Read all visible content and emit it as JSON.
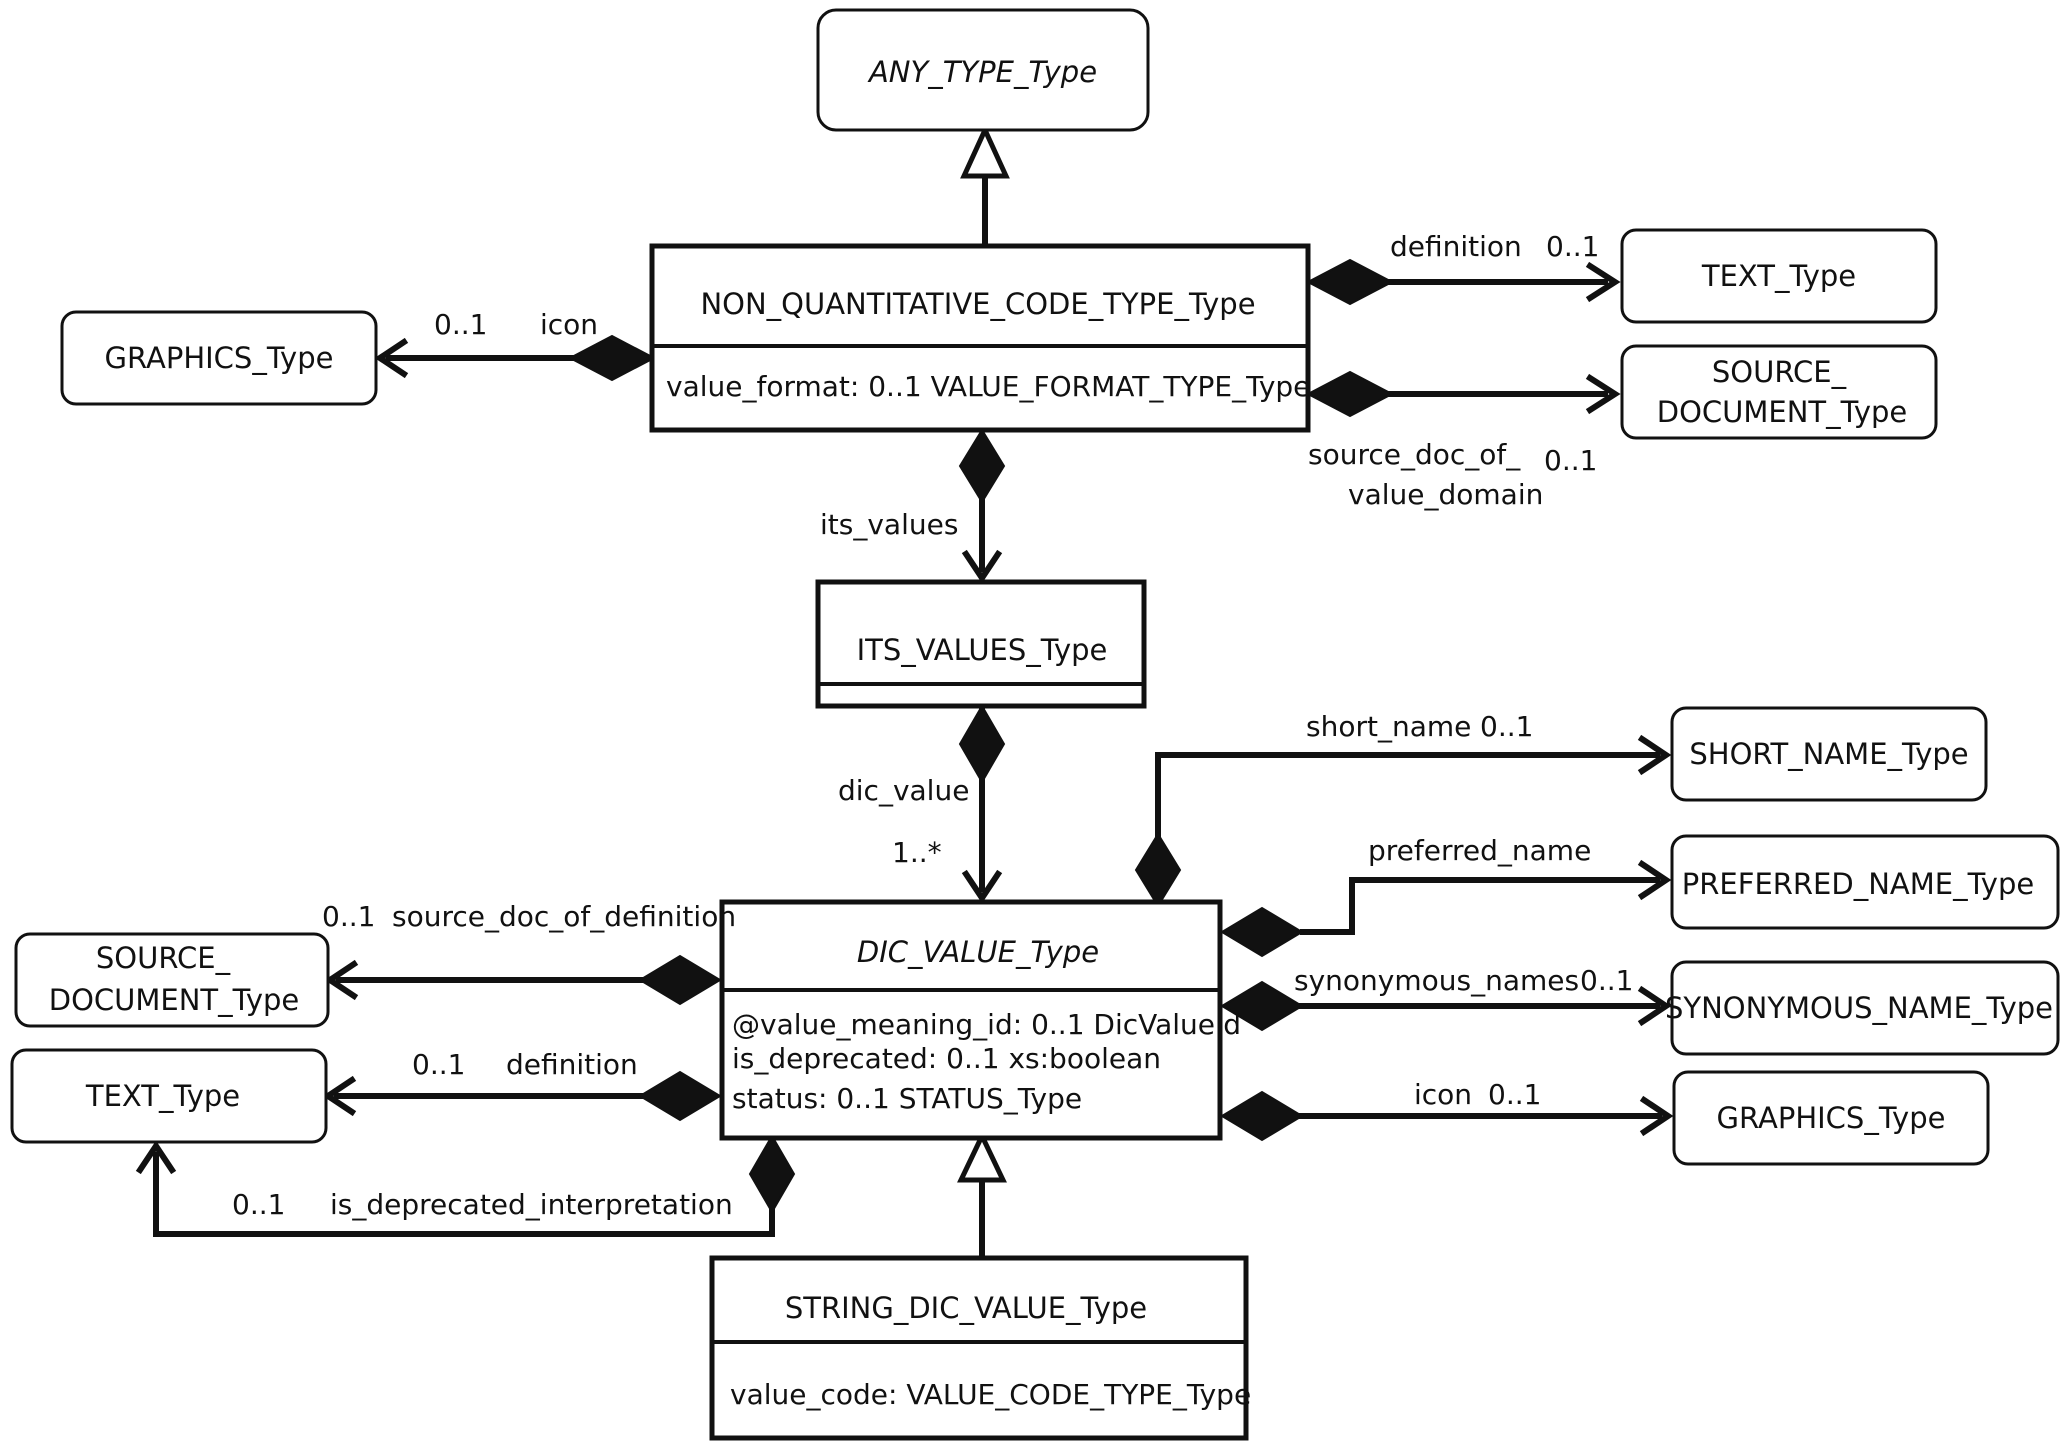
{
  "boxes": {
    "any_type": "ANY_TYPE_Type",
    "non_quantitative": "NON_QUANTITATIVE_CODE_TYPE_Type",
    "non_quantitative_attr": "value_format: 0..1 VALUE_FORMAT_TYPE_Type",
    "graphics_top": "GRAPHICS_Type",
    "text_top": "TEXT_Type",
    "source_doc_top_1": "SOURCE_",
    "source_doc_top_2": "DOCUMENT_Type",
    "its_values": "ITS_VALUES_Type",
    "dic_value": "DIC_VALUE_Type",
    "dic_value_attr_1": "@value_meaning_id: 0..1 DicValueId",
    "dic_value_attr_2": "is_deprecated: 0..1 xs:boolean",
    "dic_value_attr_3": "status: 0..1 STATUS_Type",
    "source_doc_left_1": "SOURCE_",
    "source_doc_left_2": "DOCUMENT_Type",
    "text_left": "TEXT_Type",
    "short_name": "SHORT_NAME_Type",
    "preferred_name": "PREFERRED_NAME_Type",
    "synonymous_name": "SYNONYMOUS_NAME_Type",
    "graphics_right": "GRAPHICS_Type",
    "string_dic_value": "STRING_DIC_VALUE_Type",
    "string_dic_value_attr": "value_code: VALUE_CODE_TYPE_Type"
  },
  "labels": {
    "icon_top": "icon",
    "icon_top_mult": "0..1",
    "definition_top": "definition",
    "definition_top_mult": "0..1",
    "source_doc_vd_1": "source_doc_of_",
    "source_doc_vd_2": "value_domain",
    "source_doc_vd_mult": "0..1",
    "its_values": "its_values",
    "dic_value": "dic_value",
    "dic_value_mult": "1..*",
    "short_name": "short_name",
    "short_name_mult": "0..1",
    "preferred_name": "preferred_name",
    "synonymous_names": "synonymous_names",
    "synonymous_names_mult": "0..1",
    "icon_right": "icon",
    "icon_right_mult": "0..1",
    "source_doc_def": "source_doc_of_definition",
    "source_doc_def_mult": "0..1",
    "definition_left": "definition",
    "definition_left_mult": "0..1",
    "is_deprecated_interp": "is_deprecated_interpretation",
    "is_deprecated_interp_mult": "0..1"
  }
}
